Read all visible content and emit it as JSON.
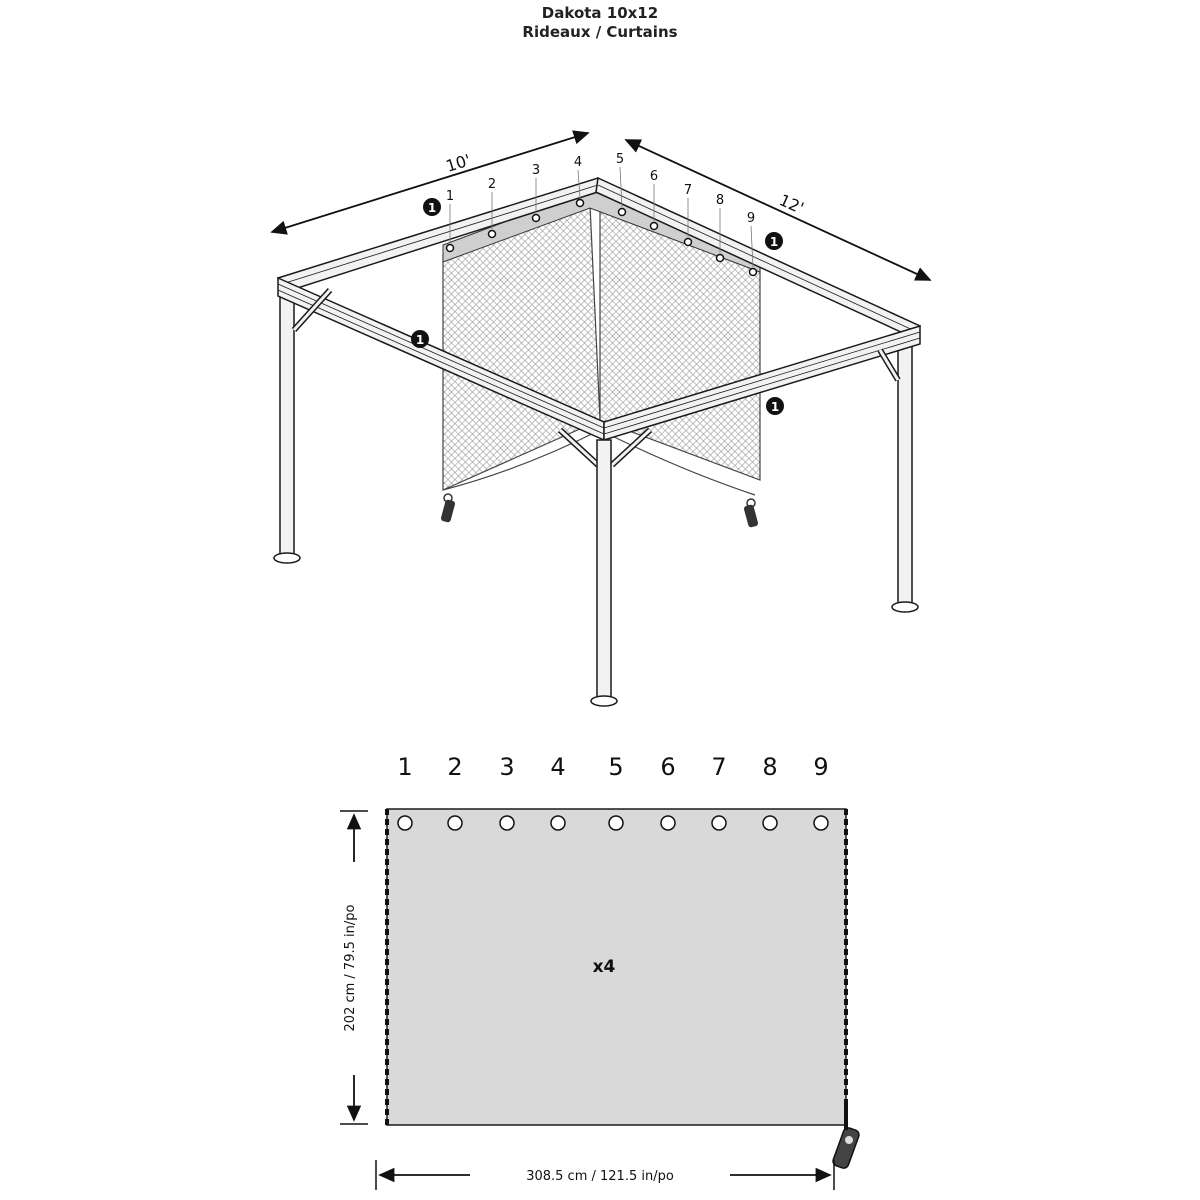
{
  "title": "Dakota 10x12",
  "subtitle": "Rideaux / Curtains",
  "frame": {
    "width_label": "10'",
    "depth_label": "12'",
    "callout_number": "1",
    "hook_numbers": [
      "1",
      "2",
      "3",
      "4",
      "5",
      "6",
      "7",
      "8",
      "9"
    ]
  },
  "panel": {
    "grommet_numbers": [
      "1",
      "2",
      "3",
      "4",
      "5",
      "6",
      "7",
      "8",
      "9"
    ],
    "quantity": "x4",
    "height_label": "202 cm / 79.5 in/po",
    "width_label": "308.5 cm / 121.5 in/po"
  },
  "colors": {
    "panel_fill": "#d9d9d9",
    "line": "#1a1a1a",
    "frame_fill": "#f2f2f2"
  }
}
